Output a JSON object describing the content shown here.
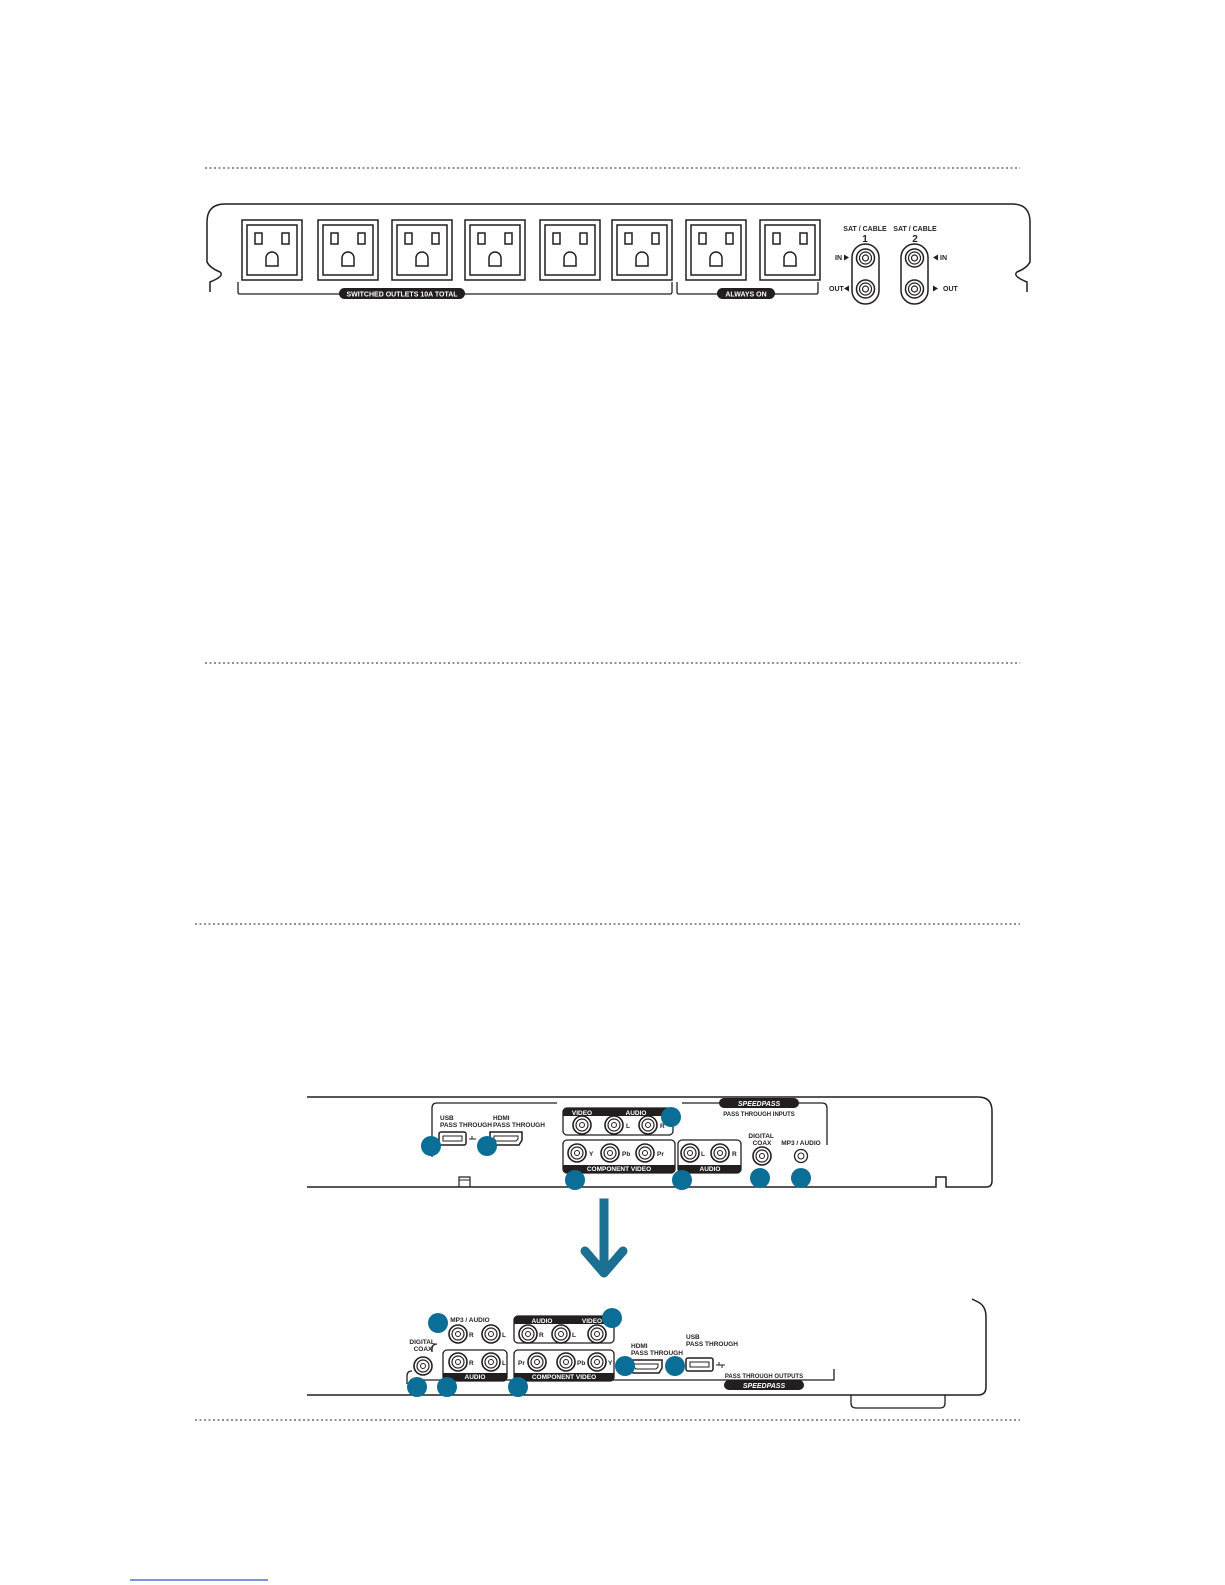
{
  "colors": {
    "line": "#231f20",
    "badge": "#0a6e96",
    "arrow": "#1a6f93",
    "divider": "#6d6e71"
  },
  "power_strip": {
    "switched_label": "SWITCHED OUTLETS 10A TOTAL",
    "always_on_label": "ALWAYS ON",
    "sat1": {
      "title": "SAT / CABLE",
      "number": "1",
      "in": "IN",
      "out": "OUT"
    },
    "sat2": {
      "title": "SAT / CABLE",
      "number": "2",
      "in": "IN",
      "out": "OUT"
    }
  },
  "inputs_panel": {
    "usb": [
      "USB",
      "PASS THROUGH"
    ],
    "hdmi": [
      "HDMI",
      "PASS THROUGH"
    ],
    "video": "VIDEO",
    "audio_top": "AUDIO",
    "l": "L",
    "r": "R",
    "y": "Y",
    "pb": "Pb",
    "pr": "Pr",
    "component_video": "COMPONENT VIDEO",
    "audio_bottom": "AUDIO",
    "digital_coax": [
      "DIGITAL",
      "COAX"
    ],
    "mp3_audio": "MP3 / AUDIO",
    "speedpass": "SPEEDPASS",
    "pass_through_inputs": "PASS THROUGH INPUTS"
  },
  "outputs_panel": {
    "mp3_audio": "MP3 / AUDIO",
    "digital_coax": [
      "DIGITAL",
      "COAX"
    ],
    "audio_top": "AUDIO",
    "video": "VIDEO",
    "audio_bottom": "AUDIO",
    "component_video": "COMPONENT VIDEO",
    "l": "L",
    "r": "R",
    "y": "Y",
    "pb": "Pb",
    "pr": "Pr",
    "hdmi": [
      "HDMI",
      "PASS THROUGH"
    ],
    "usb": [
      "USB",
      "PASS THROUGH"
    ],
    "pass_through_outputs": "PASS THROUGH OUTPUTS",
    "speedpass": "SPEEDPASS"
  }
}
